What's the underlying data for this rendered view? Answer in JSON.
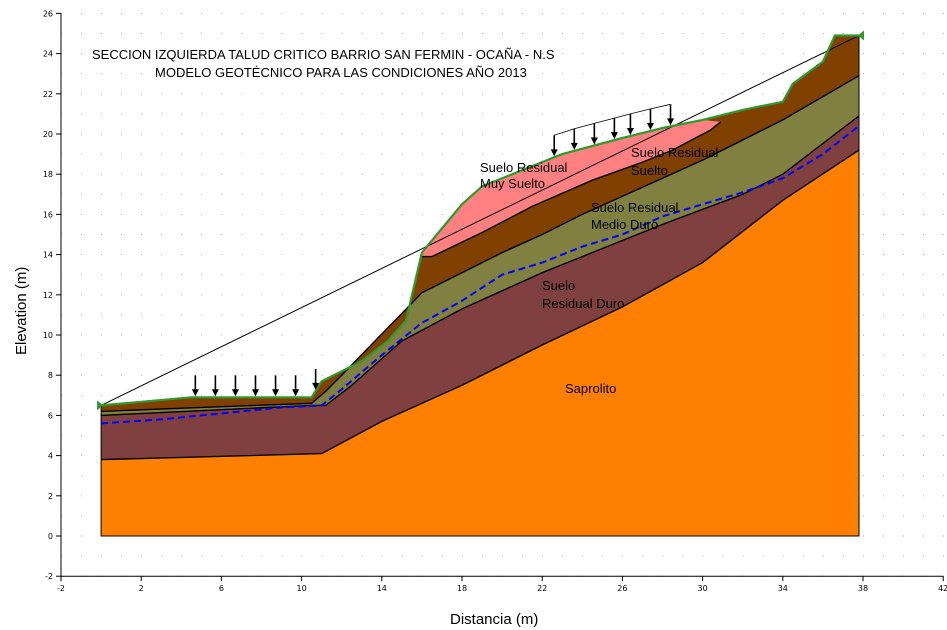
{
  "title_lines": [
    "SECCION IZQUIERDA TALUD CRITICO BARRIO SAN FERMIN - OCAÑA - N.S",
    "MODELO GEOTÉCNICO PARA LAS CONDICIONES AÑO 2013"
  ],
  "axes": {
    "xlabel": "Distancia (m)",
    "ylabel": "Elevation (m)",
    "xlim": [
      -2,
      42
    ],
    "ylim": [
      -2,
      26
    ],
    "xticks": [
      "-2",
      "2",
      "6",
      "10",
      "14",
      "18",
      "22",
      "26",
      "30",
      "34",
      "38",
      "42"
    ],
    "yticks": [
      "26",
      "24",
      "22",
      "20",
      "18",
      "16",
      "14",
      "12",
      "10",
      "8",
      "6",
      "4",
      "2",
      "0",
      "-2"
    ]
  },
  "materials": [
    {
      "name": "saprolito",
      "label_lines": [
        "Saprolito"
      ],
      "color": "#FF8000"
    },
    {
      "name": "duro",
      "label_lines": [
        "Suelo",
        "Residual Duro"
      ],
      "color": "#804040"
    },
    {
      "name": "medio-duro",
      "label_lines": [
        "Suelo Residual",
        "Medio Duro"
      ],
      "color": "#808040"
    },
    {
      "name": "suelto",
      "label_lines": [
        "Suelo Residual",
        "Suelto"
      ],
      "color": "#804000"
    },
    {
      "name": "muy-suelto",
      "label_lines": [
        "Suelo Residual",
        "Muy Suelto"
      ],
      "color": "#FF8080"
    }
  ],
  "colors": {
    "ground_line": "#2E9A2E",
    "water_table": "#0000FF",
    "boundary": "#000000"
  },
  "loads": {
    "left_x": [
      4.7,
      5.7,
      6.7,
      7.7,
      8.7,
      9.7,
      10.7
    ],
    "right_x": [
      22.6,
      23.6,
      24.6,
      25.6,
      26.4,
      27.4,
      28.4
    ]
  },
  "geometry": {
    "ground": [
      [
        0,
        6.5
      ],
      [
        4.5,
        6.9
      ],
      [
        10.5,
        6.9
      ],
      [
        11,
        7.7
      ],
      [
        12,
        8.2
      ],
      [
        13,
        8.7
      ],
      [
        14.3,
        9.7
      ],
      [
        15.2,
        10.7
      ],
      [
        16,
        14.1
      ],
      [
        16.5,
        14.7
      ],
      [
        18,
        16.5
      ],
      [
        19,
        17.4
      ],
      [
        21,
        18.2
      ],
      [
        22,
        18.6
      ],
      [
        23,
        19
      ],
      [
        26,
        19.8
      ],
      [
        28,
        20.3
      ],
      [
        30,
        20.7
      ],
      [
        32,
        21.2
      ],
      [
        34,
        21.6
      ],
      [
        34.5,
        22.5
      ],
      [
        36,
        23.6
      ],
      [
        36.6,
        24.9
      ],
      [
        37.8,
        24.9
      ]
    ],
    "suelto_top_right": [
      [
        16,
        13.9
      ],
      [
        16.5,
        13.9
      ],
      [
        19,
        15.1
      ],
      [
        21.5,
        16.4
      ],
      [
        24.5,
        17.7
      ],
      [
        27,
        18.6
      ],
      [
        28.5,
        19.2
      ],
      [
        30.4,
        20.2
      ],
      [
        30.9,
        20.6
      ]
    ],
    "medio_top": [
      [
        0,
        6.2
      ],
      [
        5,
        6.4
      ],
      [
        10.5,
        6.6
      ],
      [
        11.2,
        7.2
      ],
      [
        12,
        8
      ],
      [
        16,
        12.1
      ],
      [
        20,
        14.1
      ],
      [
        22,
        15
      ],
      [
        24,
        16
      ],
      [
        28,
        17.8
      ],
      [
        30,
        18.7
      ],
      [
        34,
        20.7
      ],
      [
        37.8,
        22.9
      ]
    ],
    "duro_top": [
      [
        0,
        6.0
      ],
      [
        10.5,
        6.5
      ],
      [
        11.2,
        6.5
      ],
      [
        12.5,
        7.5
      ],
      [
        15,
        9.7
      ],
      [
        18,
        11.3
      ],
      [
        20,
        12.2
      ],
      [
        22,
        13.1
      ],
      [
        24,
        13.9
      ],
      [
        28,
        15.5
      ],
      [
        32,
        17.0
      ],
      [
        34,
        18.0
      ],
      [
        37.8,
        20.9
      ]
    ],
    "saprolito_top": [
      [
        0,
        3.8
      ],
      [
        11,
        4.1
      ],
      [
        14,
        5.7
      ],
      [
        18,
        7.5
      ],
      [
        22,
        9.5
      ],
      [
        26,
        11.4
      ],
      [
        30,
        13.6
      ],
      [
        34,
        16.7
      ],
      [
        37.8,
        19.2
      ]
    ],
    "water": [
      [
        0,
        5.6
      ],
      [
        3,
        5.8
      ],
      [
        6,
        6.1
      ],
      [
        9,
        6.4
      ],
      [
        11,
        6.5
      ],
      [
        12,
        7.3
      ],
      [
        14,
        9.0
      ],
      [
        16,
        10.6
      ],
      [
        18,
        11.7
      ],
      [
        20,
        13.0
      ],
      [
        22,
        13.6
      ],
      [
        24,
        14.4
      ],
      [
        26,
        15.0
      ],
      [
        28,
        15.9
      ],
      [
        30,
        16.5
      ],
      [
        32,
        17.1
      ],
      [
        34,
        17.8
      ],
      [
        36,
        19.0
      ],
      [
        37.8,
        20.4
      ]
    ]
  }
}
